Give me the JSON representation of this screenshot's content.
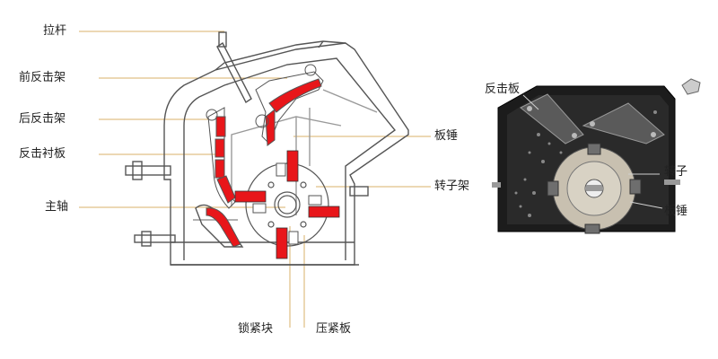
{
  "left_diagram": {
    "labels": {
      "pull_rod": "拉杆",
      "front_impact_frame": "前反击架",
      "rear_impact_frame": "后反击架",
      "impact_liner": "反击衬板",
      "main_shaft": "主轴",
      "blow_bar": "板锤",
      "rotor_frame": "转子架",
      "locking_block": "锁紧块",
      "pressure_plate": "压紧板"
    },
    "colors": {
      "wear_parts": "#e8161a",
      "line": "#555555",
      "leader": "#d9b06a"
    }
  },
  "right_photo": {
    "labels": {
      "impact_plate": "反击板",
      "rotor": "转子",
      "blow_bar": "板锤"
    },
    "colors": {
      "body": "#1c1c1c",
      "rotor": "#c8c0b0"
    }
  }
}
